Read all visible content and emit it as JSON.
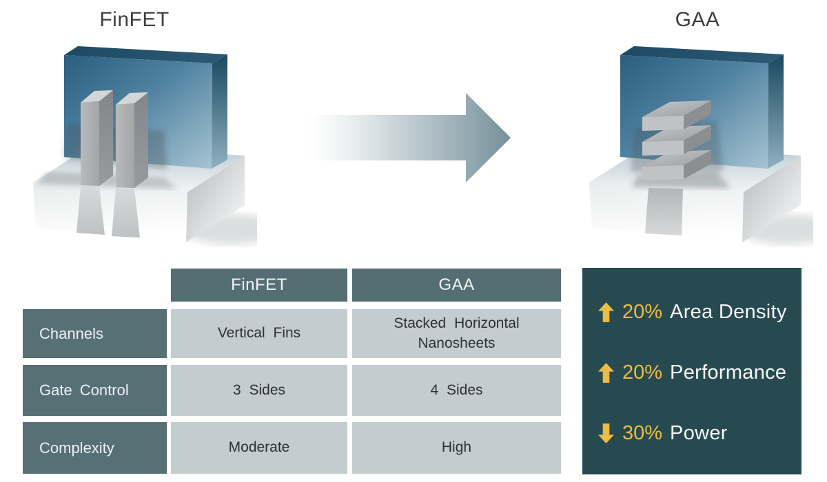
{
  "titles": {
    "finfet": "FinFET",
    "gaa": "GAA"
  },
  "comparison_table": {
    "column_headers": [
      "FinFET",
      "GAA"
    ],
    "rows": [
      {
        "label": "Channels",
        "finfet": "Vertical Fins",
        "gaa": "Stacked Horizontal Nanosheets"
      },
      {
        "label": "Gate Control",
        "finfet": "3 Sides",
        "gaa": "4 Sides"
      },
      {
        "label": "Complexity",
        "finfet": "Moderate",
        "gaa": "High"
      }
    ]
  },
  "benefits_panel": {
    "items": [
      {
        "direction": "up",
        "value": "20%",
        "label": "Area Density"
      },
      {
        "direction": "up",
        "value": "20%",
        "label": "Performance"
      },
      {
        "direction": "down",
        "value": "30%",
        "label": "Power"
      }
    ]
  },
  "icons": {
    "up_arrow": "⬆",
    "down_arrow": "⬇",
    "transition_arrow": "→"
  },
  "colors": {
    "table_header_bg": "#546e74",
    "row_label_bg": "#567076",
    "cell_bg": "#c3cccf",
    "panel_bg": "#274a50",
    "accent_gold": "#ecbc45",
    "gate_wall_blue": "#3f759a",
    "arrow_gradient_end": "#76909a",
    "title_text": "#3d3f40"
  }
}
